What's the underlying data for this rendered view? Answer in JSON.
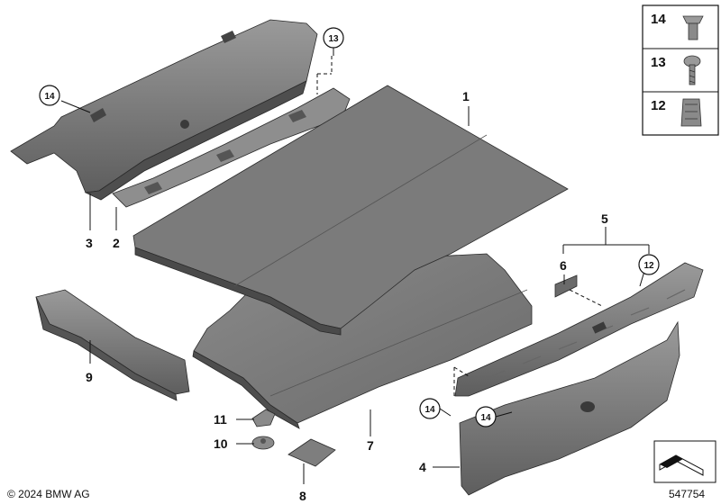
{
  "diagram": {
    "copyright": "© 2024 BMW AG",
    "image_number": "547754",
    "callouts": {
      "c1": "1",
      "c2": "2",
      "c3": "3",
      "c4": "4",
      "c5": "5",
      "c6": "6",
      "c7": "7",
      "c8": "8",
      "c9": "9",
      "c10": "10",
      "c11": "11",
      "c12": "12",
      "c13": "13",
      "c14a": "14",
      "c14b": "14",
      "c14c": "14"
    },
    "inset": {
      "row1": "14",
      "row2": "13",
      "row3": "12"
    }
  }
}
